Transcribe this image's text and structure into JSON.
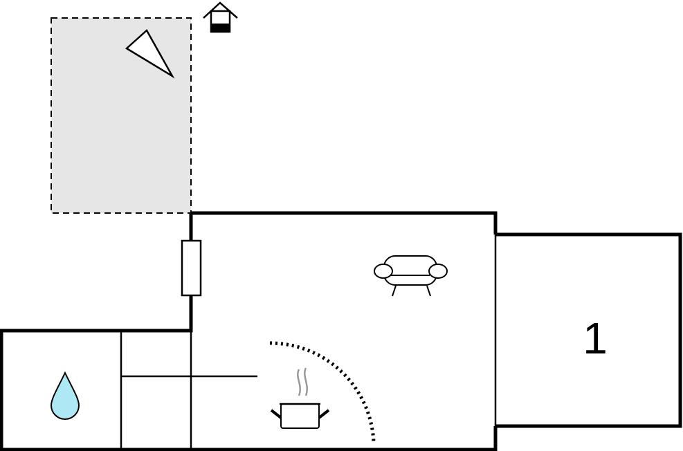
{
  "floor_plan": {
    "rooms": [
      {
        "id": "bedroom",
        "label": "1"
      }
    ],
    "icons": [
      "terrace-area",
      "sun-shade-icon",
      "house-entrance-icon",
      "sofa-icon",
      "cooking-pot-icon",
      "water-drop-icon",
      "window-symbol",
      "door-swing-arc"
    ],
    "colors": {
      "terrace_fill": "#e6e6e6",
      "water_drop": "#aee8f4",
      "walls": "#000000",
      "steam": "#999999"
    }
  }
}
